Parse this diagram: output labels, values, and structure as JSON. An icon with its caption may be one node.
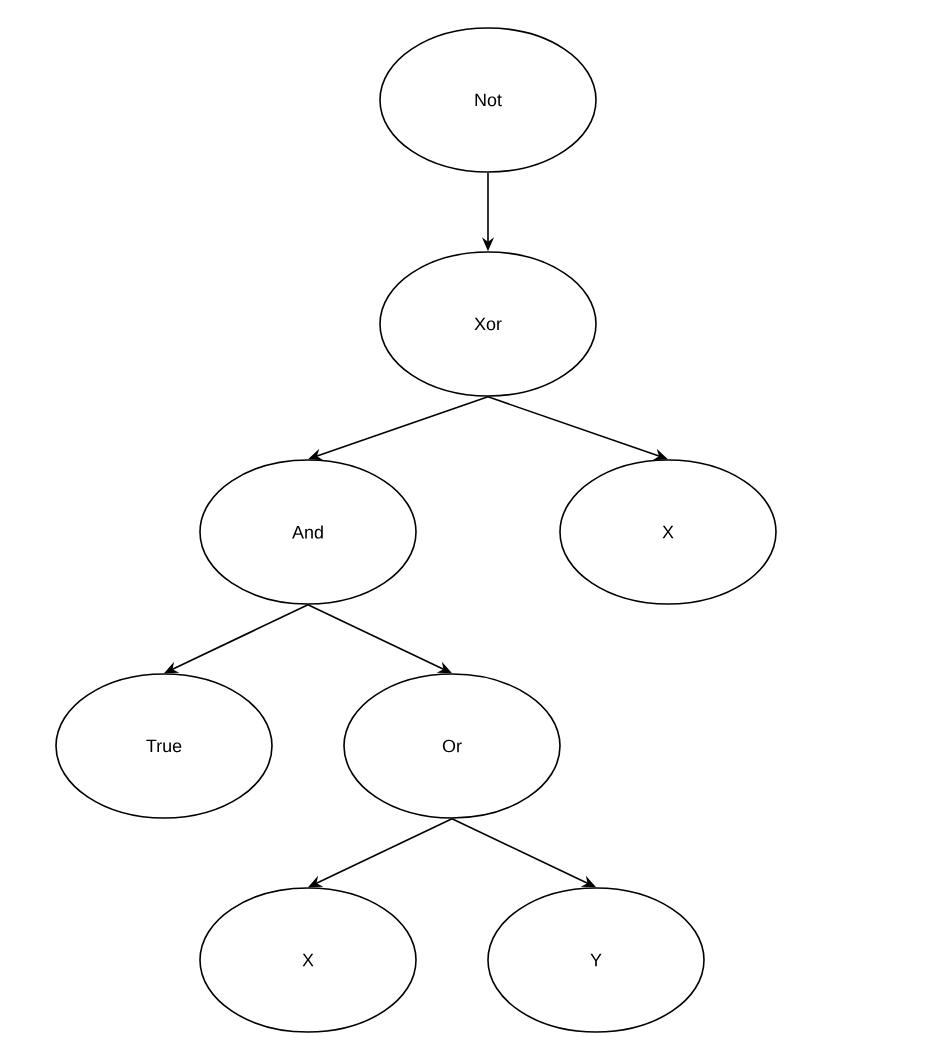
{
  "diagram": {
    "nodes": [
      {
        "text": [
          "Not"
        ]
      },
      {
        "text": [
          "Xor"
        ]
      },
      {
        "text": [
          "And"
        ]
      },
      {
        "text": [
          "X"
        ]
      },
      {
        "text": [
          "True"
        ]
      },
      {
        "text": [
          "Or"
        ]
      },
      {
        "text": [
          "X"
        ]
      },
      {
        "text": [
          "Y"
        ]
      }
    ],
    "edges": [
      {
        "from": 0,
        "to": 1,
        "arrow": "to"
      },
      {
        "from": 1,
        "to": 2,
        "arrow": "to"
      },
      {
        "from": 1,
        "to": 3,
        "arrow": "to"
      },
      {
        "from": 2,
        "to": 4,
        "arrow": "to"
      },
      {
        "from": 2,
        "to": 5,
        "arrow": "to"
      },
      {
        "from": 5,
        "to": 6,
        "arrow": "to"
      },
      {
        "from": 5,
        "to": 7,
        "arrow": "to"
      }
    ]
  }
}
